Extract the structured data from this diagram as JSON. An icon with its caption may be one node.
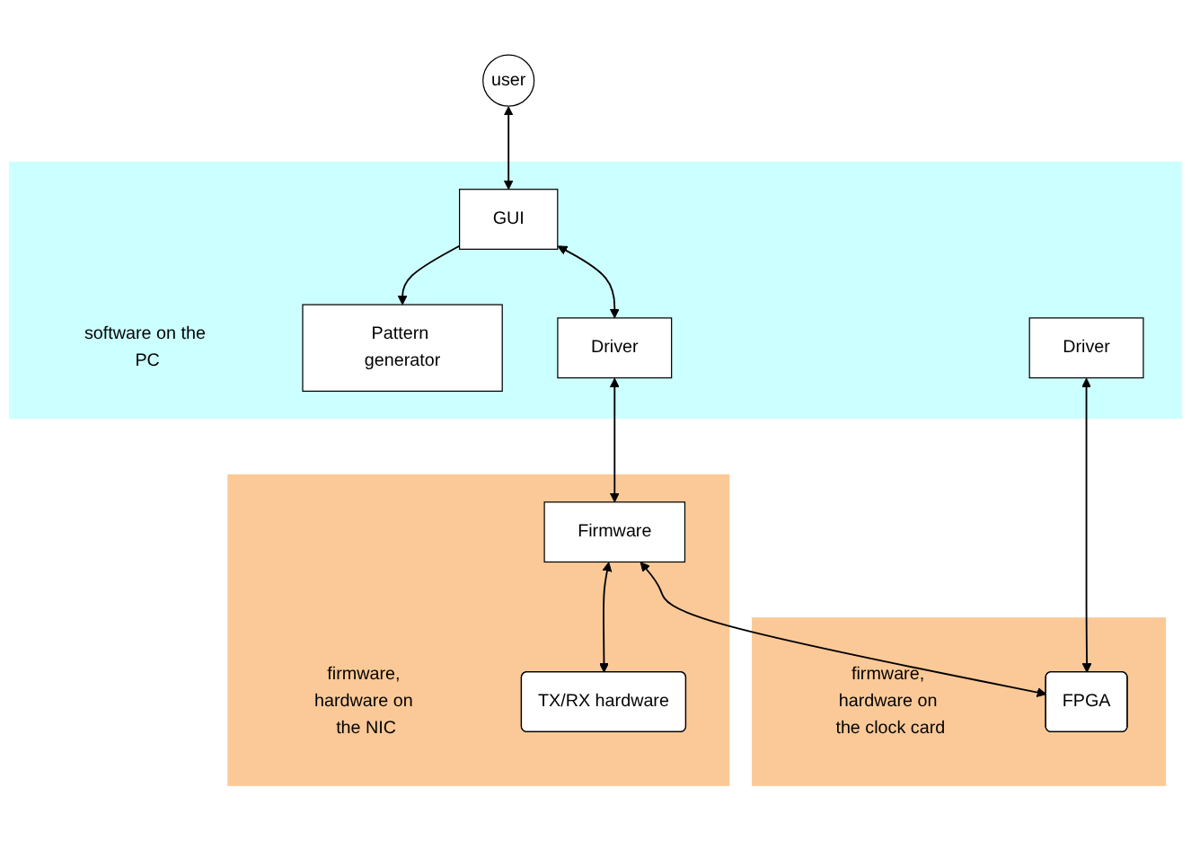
{
  "diagram": {
    "nodes": [
      {
        "text": [
          "user"
        ]
      },
      {
        "text": [
          "software on the PC"
        ]
      },
      {
        "text": [
          "GUI"
        ],
        "in": 1
      },
      {
        "text": [
          "Pattern generator"
        ],
        "in": 1
      },
      {
        "text": [
          "Driver"
        ],
        "in": 1
      },
      {
        "text": [
          "Driver"
        ],
        "in": 1
      },
      {
        "text": [
          "firmware, hardware on the NIC"
        ]
      },
      {
        "text": [
          "Firmware"
        ],
        "in": 6
      },
      {
        "text": [
          "TX/RX hardware"
        ],
        "in": 6
      },
      {
        "text": [
          "firmware, hardware on the clock card"
        ]
      },
      {
        "text": [
          "FPGA"
        ],
        "in": 9
      }
    ],
    "edges": [
      {
        "from": 0,
        "to": 2,
        "arrow": "both"
      },
      {
        "from": 2,
        "to": 3,
        "arrow": "to"
      },
      {
        "from": 2,
        "to": 4,
        "arrow": "both"
      },
      {
        "from": 4,
        "to": 7,
        "arrow": "both"
      },
      {
        "from": 7,
        "to": 10,
        "arrow": "both"
      },
      {
        "from": 5,
        "to": 10,
        "arrow": "both"
      },
      {
        "from": 7,
        "to": 8,
        "arrow": "both"
      }
    ]
  }
}
